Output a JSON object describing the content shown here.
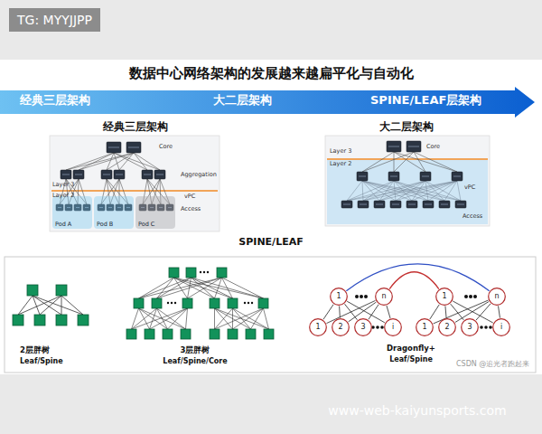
{
  "diagram": {
    "title": "数据中心网络架构的发展越来越扁平化与自动化",
    "nodes": [
      {
        "text": [
          "TG: MYYJJPP"
        ]
      },
      {
        "text": [
          "经典三层架构",
          "大二层架构",
          "SPINE/LEAF层架构"
        ]
      },
      {
        "text": [
          "Pod A"
        ]
      },
      {
        "text": [
          "Pod B"
        ]
      },
      {
        "text": [
          "Pod C"
        ]
      },
      {
        "text": [
          "1"
        ]
      },
      {
        "text": [
          "n"
        ]
      },
      {
        "text": [
          "1"
        ]
      },
      {
        "text": [
          "2"
        ]
      },
      {
        "text": [
          "3"
        ]
      },
      {
        "text": [
          "i"
        ]
      },
      {
        "text": [
          "1"
        ]
      },
      {
        "text": [
          "n"
        ]
      },
      {
        "text": [
          "1"
        ]
      },
      {
        "text": [
          "2"
        ]
      },
      {
        "text": [
          "3"
        ]
      },
      {
        "text": [
          "i"
        ]
      }
    ],
    "edges": [
      {
        "from": 5,
        "to": 7,
        "arrow": "none"
      },
      {
        "from": 5,
        "to": 8,
        "arrow": "none"
      },
      {
        "from": 5,
        "to": 9,
        "arrow": "none"
      },
      {
        "from": 5,
        "to": 10,
        "arrow": "none"
      },
      {
        "from": 6,
        "to": 7,
        "arrow": "none"
      },
      {
        "from": 6,
        "to": 8,
        "arrow": "none"
      },
      {
        "from": 6,
        "to": 9,
        "arrow": "none"
      },
      {
        "from": 6,
        "to": 10,
        "arrow": "none"
      },
      {
        "from": 11,
        "to": 13,
        "arrow": "none"
      },
      {
        "from": 11,
        "to": 14,
        "arrow": "none"
      },
      {
        "from": 11,
        "to": 15,
        "arrow": "none"
      },
      {
        "from": 11,
        "to": 16,
        "arrow": "none"
      },
      {
        "from": 12,
        "to": 13,
        "arrow": "none"
      },
      {
        "from": 12,
        "to": 14,
        "arrow": "none"
      },
      {
        "from": 12,
        "to": 15,
        "arrow": "none"
      },
      {
        "from": 12,
        "to": 16,
        "arrow": "none"
      },
      {
        "from": 5,
        "to": 12,
        "arrow": "none"
      },
      {
        "from": 6,
        "to": 11,
        "arrow": "none"
      }
    ],
    "labels": [
      "经典三层架构",
      "大二层架构",
      "Core",
      "Layer 3",
      "Layer 2",
      "Aggregation",
      "vPC",
      "Access",
      "Layer 3",
      "Layer 2",
      "Core",
      "vPC",
      "Access",
      "SPINE/LEAF",
      "2层胖树",
      "Leaf/Spine",
      "3层胖树",
      "Leaf/Spine/Core",
      "Dragonfly+",
      "Leaf/Spine",
      "CSDN @追光者跑起来",
      "www-web-kaiyunsports.com"
    ]
  }
}
